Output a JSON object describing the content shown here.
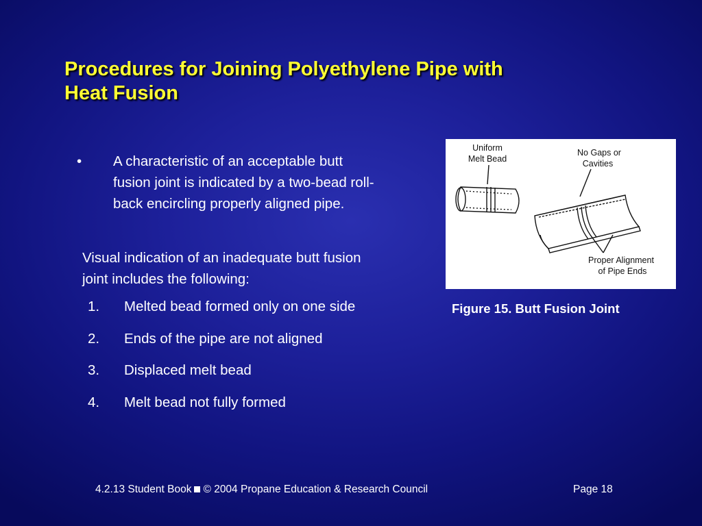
{
  "slide": {
    "title_lines": [
      "Procedures for Joining Polyethylene Pipe with",
      "Heat Fusion"
    ],
    "bullet": {
      "marker": "•",
      "lines": [
        "A characteristic of an acceptable butt",
        "fusion joint is indicated by a two-bead roll-",
        "back encircling properly aligned pipe."
      ]
    },
    "intro_lines": [
      "Visual indication of an inadequate butt fusion",
      "joint includes the following:"
    ],
    "list": [
      {
        "num": "1.",
        "text": "Melted bead formed only on one side"
      },
      {
        "num": "2.",
        "text": "Ends of the pipe are not aligned"
      },
      {
        "num": "3.",
        "text": "Displaced melt bead"
      },
      {
        "num": "4.",
        "text": "Melt bead not fully formed"
      }
    ],
    "figure": {
      "labels": {
        "uniform_1": "Uniform",
        "uniform_2": "Melt Bead",
        "gaps_1": "No Gaps or",
        "gaps_2": "Cavities",
        "align_1": "Proper Alignment",
        "align_2": "of Pipe Ends"
      },
      "caption": "Figure 15.  Butt Fusion Joint"
    },
    "footer": {
      "left_a": "4.2.13  Student Book",
      "left_b": "© 2004 Propane Education & Research Council",
      "page": "Page  18"
    }
  },
  "colors": {
    "background": "#1d209a",
    "title": "#ffff33",
    "text": "#ffffff"
  }
}
